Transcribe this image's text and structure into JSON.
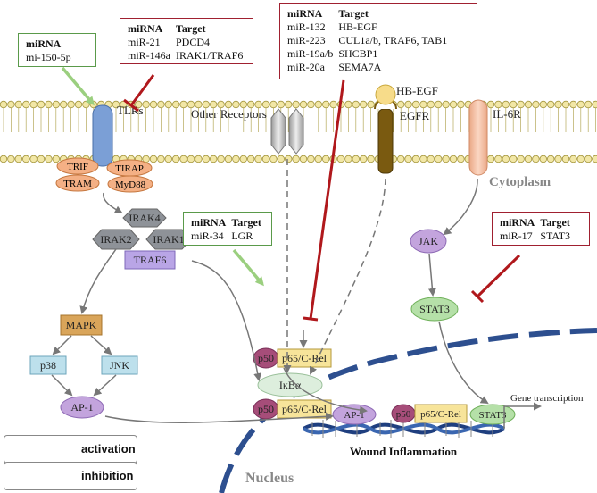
{
  "mirna_boxes": {
    "b150": {
      "header": "miRNA",
      "rows": [
        [
          "mi-150-5p"
        ]
      ]
    },
    "b21": {
      "col1": "miRNA",
      "col2": "Target",
      "rows": [
        [
          "miR-21",
          "PDCD4"
        ],
        [
          "miR-146a",
          "IRAK1/TRAF6"
        ]
      ]
    },
    "b132": {
      "col1": "miRNA",
      "col2": "Target",
      "rows": [
        [
          "miR-132",
          "HB-EGF"
        ],
        [
          "miR-223",
          "CUL1a/b, TRAF6, TAB1"
        ],
        [
          "miR-19a/b",
          "SHCBP1"
        ],
        [
          "miR-20a",
          "SEMA7A"
        ]
      ]
    },
    "b34": {
      "col1": "miRNA",
      "col2": "Target",
      "rows": [
        [
          "miR-34",
          "LGR"
        ]
      ]
    },
    "b17": {
      "col1": "miRNA",
      "col2": "Target",
      "rows": [
        [
          "miR-17",
          "STAT3"
        ]
      ]
    }
  },
  "labels": {
    "tlrs": "TLRs",
    "other_receptors": "Other Receptors",
    "hbegf": "HB-EGF",
    "egfr": "EGFR",
    "il6r": "IL-6R",
    "cytoplasm": "Cytoplasm",
    "nucleus": "Nucleus",
    "gene_transcription": "Gene transcription",
    "wound_inflammation": "Wound Inflammation"
  },
  "nodes": {
    "trif": "TRIF",
    "tram": "TRAM",
    "tirap": "TIRAP",
    "myd88": "MyD88",
    "irak4": "IRAK4",
    "irak2": "IRAK2",
    "irak1": "IRAK1",
    "traf6": "TRAF6",
    "mapk": "MAPK",
    "p38": "p38",
    "jnk": "JNK",
    "ap1": "AP-1",
    "ikba": "IκBα",
    "p50": "p50",
    "p65": "p65/C-Rel",
    "jak": "JAK",
    "stat3": "STAT3"
  },
  "legend": {
    "activation": "activation",
    "inhibition": "inhibition"
  },
  "colors": {
    "activation": "#9bcf7f",
    "inhibition": "#b0181c",
    "nucleus_border": "#2d4f8f",
    "receptor_blue": "#7b9fd6"
  }
}
